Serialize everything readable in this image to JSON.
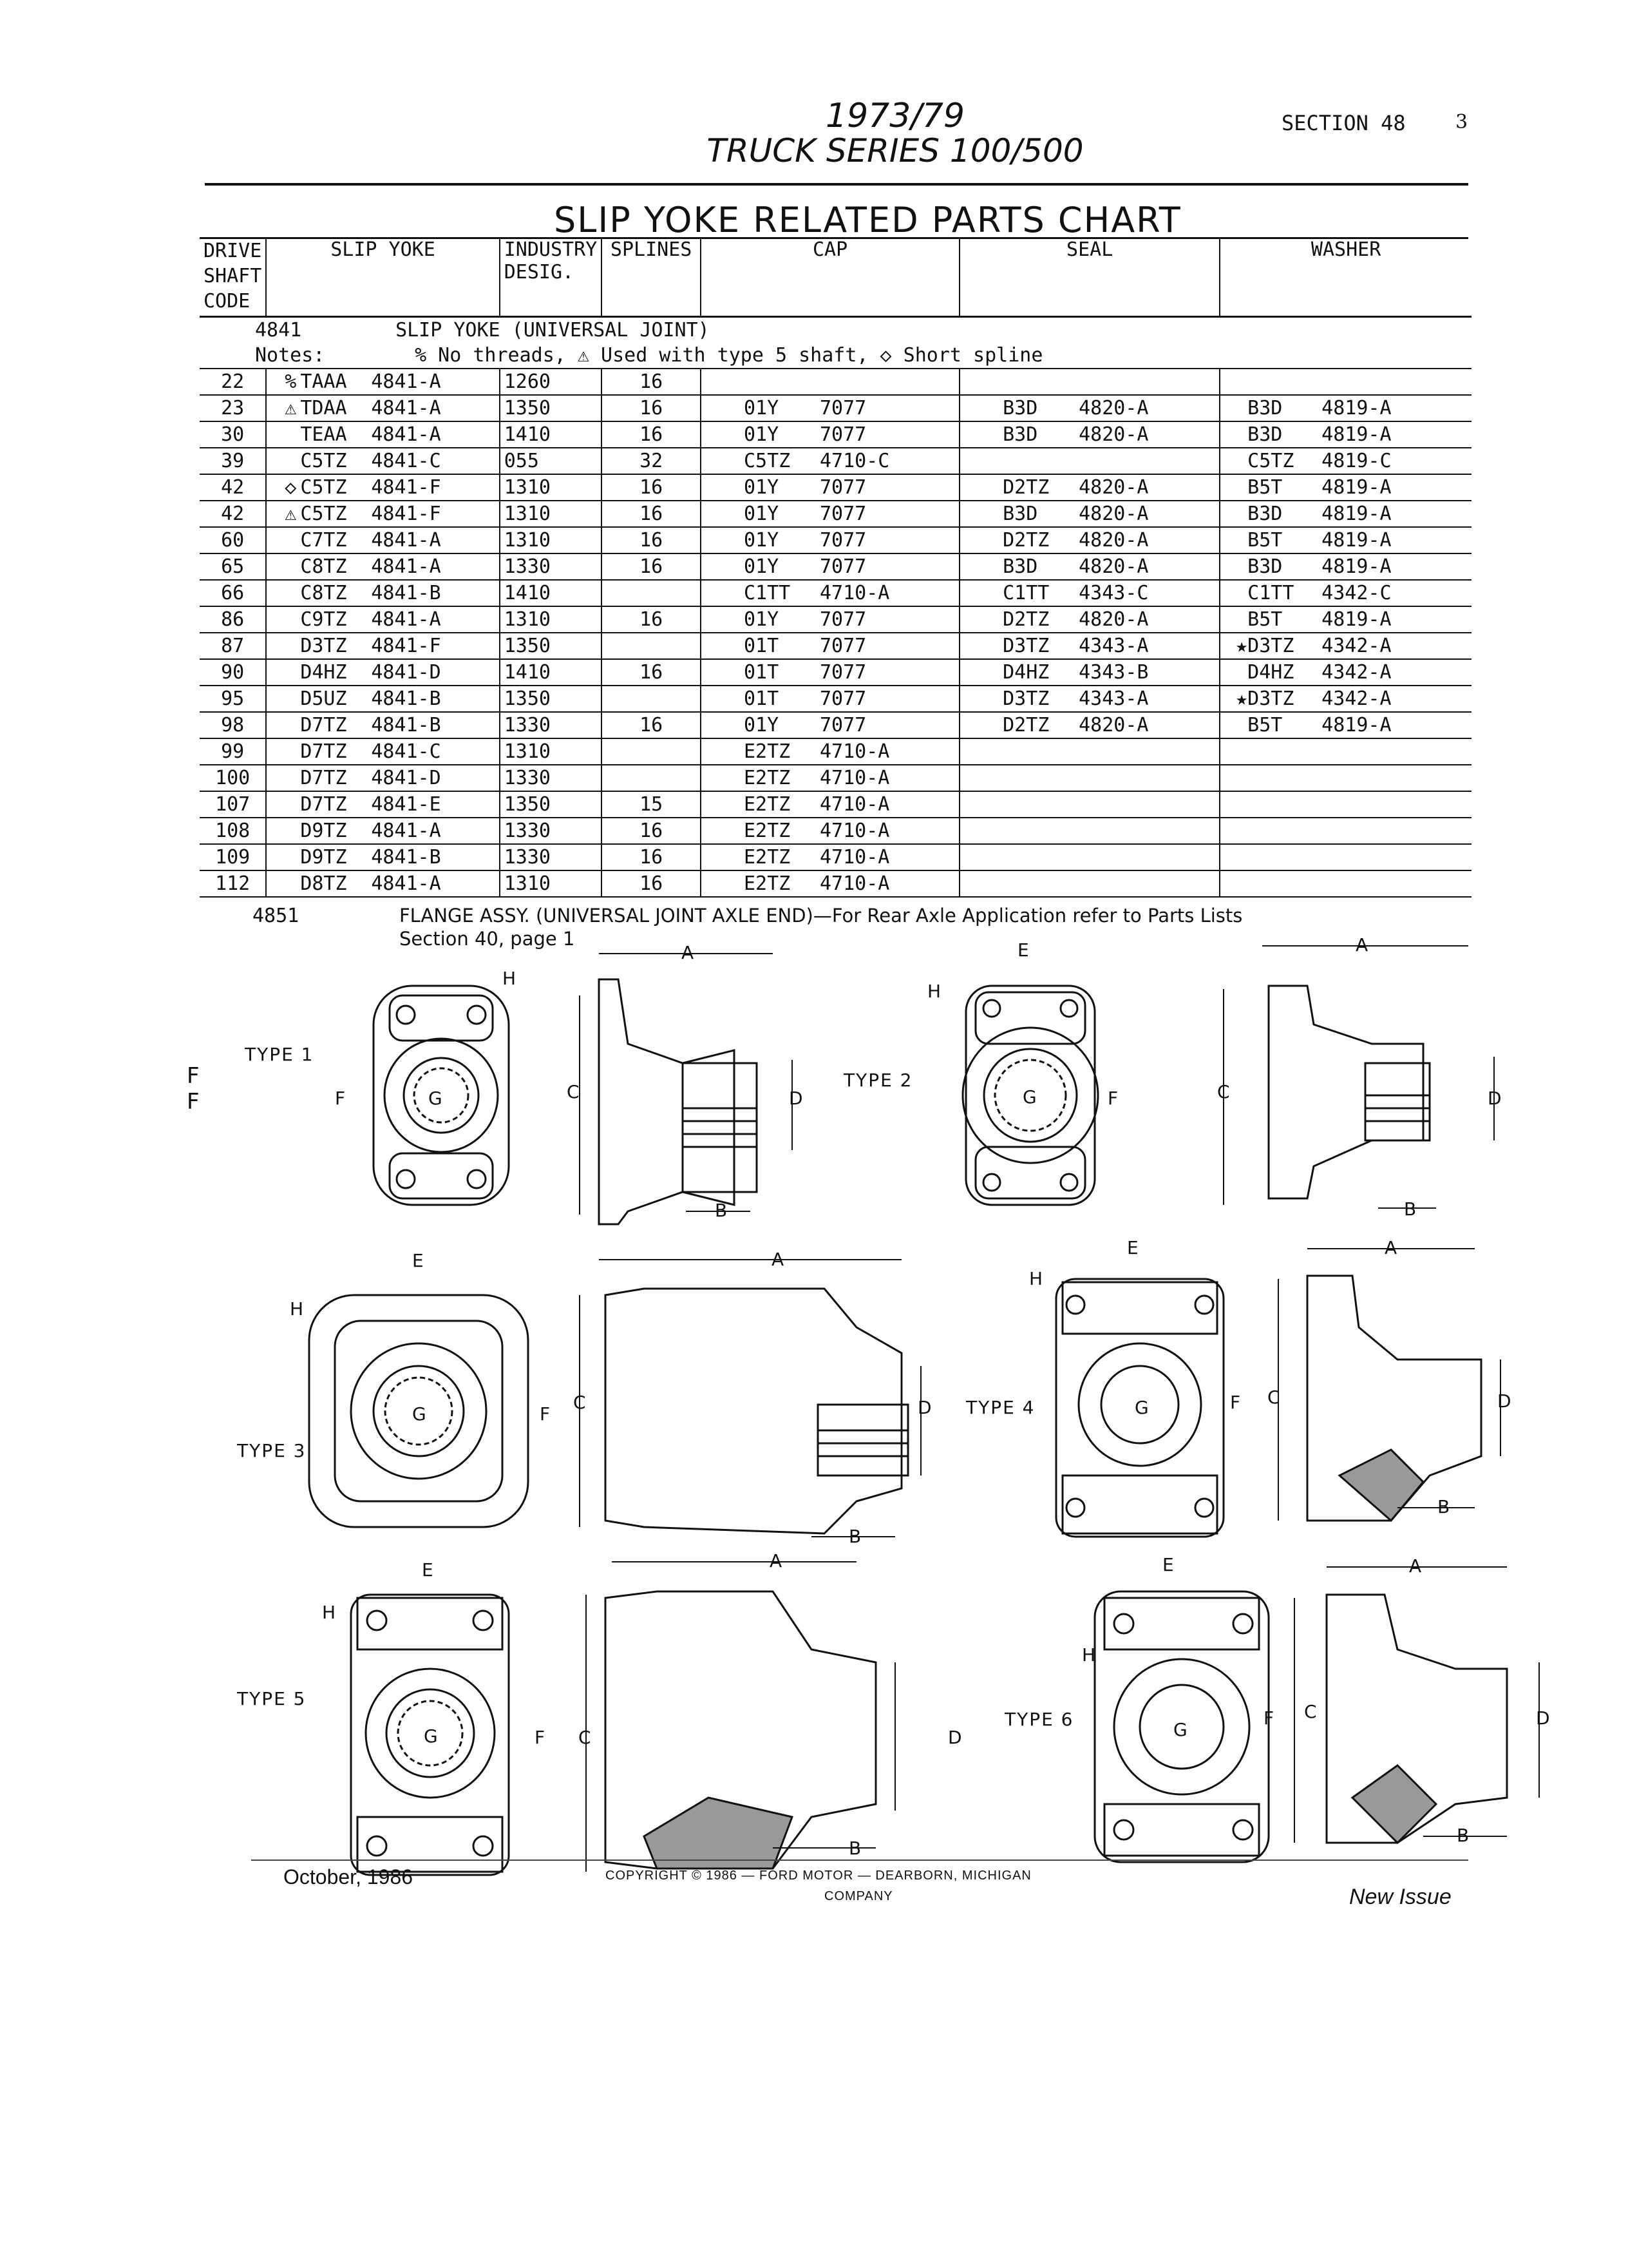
{
  "header": {
    "years": "1973/79",
    "series": "TRUCK SERIES 100/500",
    "section": "SECTION 48",
    "page": "3"
  },
  "chart": {
    "title": "SLIP YOKE RELATED PARTS CHART",
    "columns": {
      "drive_l1": "DRIVE",
      "drive_l2": "SHAFT",
      "drive_l3": "CODE",
      "slip_yoke": "SLIP YOKE",
      "industry_l1": "INDUSTRY",
      "industry_l2": "DESIG.",
      "splines": "SPLINES",
      "cap": "CAP",
      "seal": "SEAL",
      "washer": "WASHER"
    },
    "group": {
      "number": "4841",
      "name": "SLIP YOKE (UNIVERSAL JOINT)",
      "notes_label": "Notes:",
      "notes_text": "% No threads, ⚠ Used with type 5 shaft, ◇ Short spline"
    },
    "rows": [
      {
        "code": "22",
        "sym": "%",
        "yoke_pfx": "TAAA",
        "yoke_num": "4841-A",
        "ind": "1260",
        "spl": "16",
        "cap_pfx": "",
        "cap_num": "",
        "seal_pfx": "",
        "seal_num": "",
        "wash_star": "",
        "wash_pfx": "",
        "wash_num": ""
      },
      {
        "code": "23",
        "sym": "⚠",
        "yoke_pfx": "TDAA",
        "yoke_num": "4841-A",
        "ind": "1350",
        "spl": "16",
        "cap_pfx": "01Y",
        "cap_num": "7077",
        "seal_pfx": "B3D",
        "seal_num": "4820-A",
        "wash_star": "",
        "wash_pfx": "B3D",
        "wash_num": "4819-A"
      },
      {
        "code": "30",
        "sym": "",
        "yoke_pfx": "TEAA",
        "yoke_num": "4841-A",
        "ind": "1410",
        "spl": "16",
        "cap_pfx": "01Y",
        "cap_num": "7077",
        "seal_pfx": "B3D",
        "seal_num": "4820-A",
        "wash_star": "",
        "wash_pfx": "B3D",
        "wash_num": "4819-A"
      },
      {
        "code": "39",
        "sym": "",
        "yoke_pfx": "C5TZ",
        "yoke_num": "4841-C",
        "ind": "055",
        "spl": "32",
        "cap_pfx": "C5TZ",
        "cap_num": "4710-C",
        "seal_pfx": "",
        "seal_num": "",
        "wash_star": "",
        "wash_pfx": "C5TZ",
        "wash_num": "4819-C"
      },
      {
        "code": "42",
        "sym": "◇",
        "yoke_pfx": "C5TZ",
        "yoke_num": "4841-F",
        "ind": "1310",
        "spl": "16",
        "cap_pfx": "01Y",
        "cap_num": "7077",
        "seal_pfx": "D2TZ",
        "seal_num": "4820-A",
        "wash_star": "",
        "wash_pfx": "B5T",
        "wash_num": "4819-A"
      },
      {
        "code": "42",
        "sym": "⚠",
        "yoke_pfx": "C5TZ",
        "yoke_num": "4841-F",
        "ind": "1310",
        "spl": "16",
        "cap_pfx": "01Y",
        "cap_num": "7077",
        "seal_pfx": "B3D",
        "seal_num": "4820-A",
        "wash_star": "",
        "wash_pfx": "B3D",
        "wash_num": "4819-A"
      },
      {
        "code": "60",
        "sym": "",
        "yoke_pfx": "C7TZ",
        "yoke_num": "4841-A",
        "ind": "1310",
        "spl": "16",
        "cap_pfx": "01Y",
        "cap_num": "7077",
        "seal_pfx": "D2TZ",
        "seal_num": "4820-A",
        "wash_star": "",
        "wash_pfx": "B5T",
        "wash_num": "4819-A"
      },
      {
        "code": "65",
        "sym": "",
        "yoke_pfx": "C8TZ",
        "yoke_num": "4841-A",
        "ind": "1330",
        "spl": "16",
        "cap_pfx": "01Y",
        "cap_num": "7077",
        "seal_pfx": "B3D",
        "seal_num": "4820-A",
        "wash_star": "",
        "wash_pfx": "B3D",
        "wash_num": "4819-A"
      },
      {
        "code": "66",
        "sym": "",
        "yoke_pfx": "C8TZ",
        "yoke_num": "4841-B",
        "ind": "1410",
        "spl": "",
        "cap_pfx": "C1TT",
        "cap_num": "4710-A",
        "seal_pfx": "C1TT",
        "seal_num": "4343-C",
        "wash_star": "",
        "wash_pfx": "C1TT",
        "wash_num": "4342-C"
      },
      {
        "code": "86",
        "sym": "",
        "yoke_pfx": "C9TZ",
        "yoke_num": "4841-A",
        "ind": "1310",
        "spl": "16",
        "cap_pfx": "01Y",
        "cap_num": "7077",
        "seal_pfx": "D2TZ",
        "seal_num": "4820-A",
        "wash_star": "",
        "wash_pfx": "B5T",
        "wash_num": "4819-A"
      },
      {
        "code": "87",
        "sym": "",
        "yoke_pfx": "D3TZ",
        "yoke_num": "4841-F",
        "ind": "1350",
        "spl": "",
        "cap_pfx": "01T",
        "cap_num": "7077",
        "seal_pfx": "D3TZ",
        "seal_num": "4343-A",
        "wash_star": "★",
        "wash_pfx": "D3TZ",
        "wash_num": "4342-A"
      },
      {
        "code": "90",
        "sym": "",
        "yoke_pfx": "D4HZ",
        "yoke_num": "4841-D",
        "ind": "1410",
        "spl": "16",
        "cap_pfx": "01T",
        "cap_num": "7077",
        "seal_pfx": "D4HZ",
        "seal_num": "4343-B",
        "wash_star": "",
        "wash_pfx": "D4HZ",
        "wash_num": "4342-A"
      },
      {
        "code": "95",
        "sym": "",
        "yoke_pfx": "D5UZ",
        "yoke_num": "4841-B",
        "ind": "1350",
        "spl": "",
        "cap_pfx": "01T",
        "cap_num": "7077",
        "seal_pfx": "D3TZ",
        "seal_num": "4343-A",
        "wash_star": "★",
        "wash_pfx": "D3TZ",
        "wash_num": "4342-A"
      },
      {
        "code": "98",
        "sym": "",
        "yoke_pfx": "D7TZ",
        "yoke_num": "4841-B",
        "ind": "1330",
        "spl": "16",
        "cap_pfx": "01Y",
        "cap_num": "7077",
        "seal_pfx": "D2TZ",
        "seal_num": "4820-A",
        "wash_star": "",
        "wash_pfx": "B5T",
        "wash_num": "4819-A"
      },
      {
        "code": "99",
        "sym": "",
        "yoke_pfx": "D7TZ",
        "yoke_num": "4841-C",
        "ind": "1310",
        "spl": "",
        "cap_pfx": "E2TZ",
        "cap_num": "4710-A",
        "seal_pfx": "",
        "seal_num": "",
        "wash_star": "",
        "wash_pfx": "",
        "wash_num": ""
      },
      {
        "code": "100",
        "sym": "",
        "yoke_pfx": "D7TZ",
        "yoke_num": "4841-D",
        "ind": "1330",
        "spl": "",
        "cap_pfx": "E2TZ",
        "cap_num": "4710-A",
        "seal_pfx": "",
        "seal_num": "",
        "wash_star": "",
        "wash_pfx": "",
        "wash_num": ""
      },
      {
        "code": "107",
        "sym": "",
        "yoke_pfx": "D7TZ",
        "yoke_num": "4841-E",
        "ind": "1350",
        "spl": "15",
        "cap_pfx": "E2TZ",
        "cap_num": "4710-A",
        "seal_pfx": "",
        "seal_num": "",
        "wash_star": "",
        "wash_pfx": "",
        "wash_num": ""
      },
      {
        "code": "108",
        "sym": "",
        "yoke_pfx": "D9TZ",
        "yoke_num": "4841-A",
        "ind": "1330",
        "spl": "16",
        "cap_pfx": "E2TZ",
        "cap_num": "4710-A",
        "seal_pfx": "",
        "seal_num": "",
        "wash_star": "",
        "wash_pfx": "",
        "wash_num": ""
      },
      {
        "code": "109",
        "sym": "",
        "yoke_pfx": "D9TZ",
        "yoke_num": "4841-B",
        "ind": "1330",
        "spl": "16",
        "cap_pfx": "E2TZ",
        "cap_num": "4710-A",
        "seal_pfx": "",
        "seal_num": "",
        "wash_star": "",
        "wash_pfx": "",
        "wash_num": ""
      },
      {
        "code": "112",
        "sym": "",
        "yoke_pfx": "D8TZ",
        "yoke_num": "4841-A",
        "ind": "1310",
        "spl": "16",
        "cap_pfx": "E2TZ",
        "cap_num": "4710-A",
        "seal_pfx": "",
        "seal_num": "",
        "wash_star": "",
        "wash_pfx": "",
        "wash_num": ""
      }
    ]
  },
  "flange": {
    "number": "4851",
    "line1": "FLANGE ASSY. (UNIVERSAL JOINT AXLE END)—For Rear Axle Application refer to Parts Lists",
    "line2": "Section 40, page 1"
  },
  "side_marks": [
    "F",
    "F"
  ],
  "figures": {
    "types": [
      "TYPE 1",
      "TYPE 2",
      "TYPE 3",
      "TYPE 4",
      "TYPE 5",
      "TYPE 6"
    ],
    "dims": {
      "a": "A",
      "b": "B",
      "c": "C",
      "d": "D",
      "e": "E",
      "f": "F",
      "g": "G",
      "h": "H"
    }
  },
  "footer": {
    "date": "October, 1986",
    "copyright": "COPYRIGHT © 1986  —  FORD MOTOR  —  DEARBORN, MICHIGAN",
    "company": "COMPANY",
    "issue": "New Issue"
  }
}
